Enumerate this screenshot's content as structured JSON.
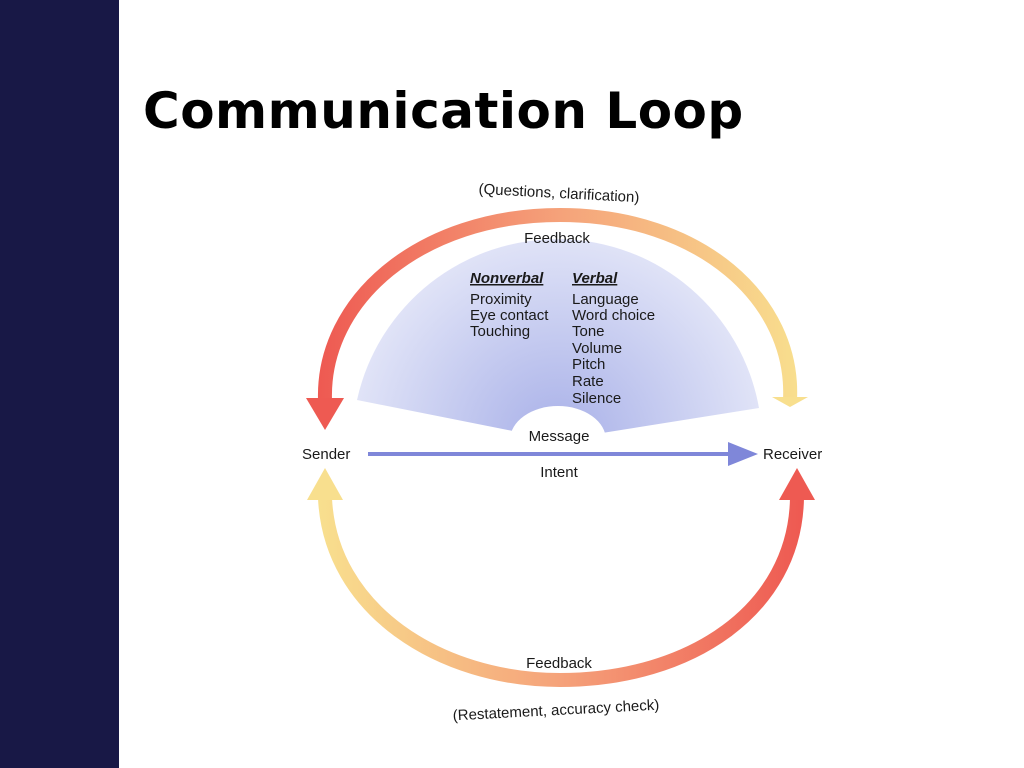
{
  "title": "Communication Loop",
  "diagram": {
    "top_feedback": {
      "label": "Feedback",
      "note": "(Questions, clarification)"
    },
    "bottom_feedback": {
      "label": "Feedback",
      "note": "(Restatement, accuracy check)"
    },
    "sender": "Sender",
    "receiver": "Receiver",
    "message": "Message",
    "intent": "Intent",
    "nonverbal": {
      "heading": "Nonverbal",
      "items": [
        "Proximity",
        "Eye contact",
        "Touching"
      ]
    },
    "verbal": {
      "heading": "Verbal",
      "items": [
        "Language",
        "Word choice",
        "Tone",
        "Volume",
        "Pitch",
        "Rate",
        "Silence"
      ]
    }
  },
  "colors": {
    "side_bar": "#181846",
    "arrow_red": "#ee5a52",
    "arrow_yellow": "#f8df8e",
    "intent_arrow": "#7f87d9",
    "fan_blue": "#a8b0e8"
  }
}
